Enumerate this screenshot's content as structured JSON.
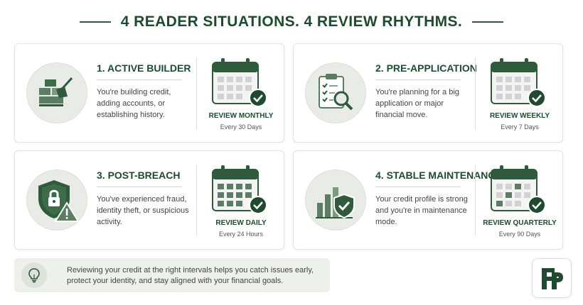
{
  "title": "4 READER SITUATIONS. 4 REVIEW RHYTHMS.",
  "colors": {
    "primary": "#1f4a2f",
    "accent": "#2f5a3c",
    "card_bg": "#ffffff",
    "icon_bg": "#e8ebe6"
  },
  "cards": [
    {
      "title": "1. ACTIVE BUILDER",
      "description": "You're building credit, adding accounts, or establishing history.",
      "review": "REVIEW MONTHLY",
      "interval": "Every 30 Days",
      "icon": "bricks-trowel-icon",
      "calendar": "calendar-check-icon"
    },
    {
      "title": "2. PRE-APPLICATION",
      "description": "You're planning for a big application or major financial move.",
      "review": "REVIEW WEEKLY",
      "interval": "Every 7 Days",
      "icon": "clipboard-magnifier-icon",
      "calendar": "calendar-check-icon"
    },
    {
      "title": "3. POST-BREACH",
      "description": "You've experienced fraud, identity theft, or suspicious activity.",
      "review": "REVIEW DAILY",
      "interval": "Every 24 Hours",
      "icon": "shield-lock-warning-icon",
      "calendar": "calendar-check-icon"
    },
    {
      "title": "4. STABLE MAINTENANCE",
      "description": "Your credit profile is strong and you're in maintenance mode.",
      "review": "REVIEW QUARTERLY",
      "interval": "Every 90 Days",
      "icon": "bar-chart-shield-icon",
      "calendar": "calendar-check-icon"
    }
  ],
  "tip": {
    "text": "Reviewing your credit at the right intervals helps you catch issues early, protect your identity, and stay aligned with your financial goals.",
    "icon": "lightbulb-icon"
  },
  "logo": {
    "icon": "fp-logo-icon"
  }
}
